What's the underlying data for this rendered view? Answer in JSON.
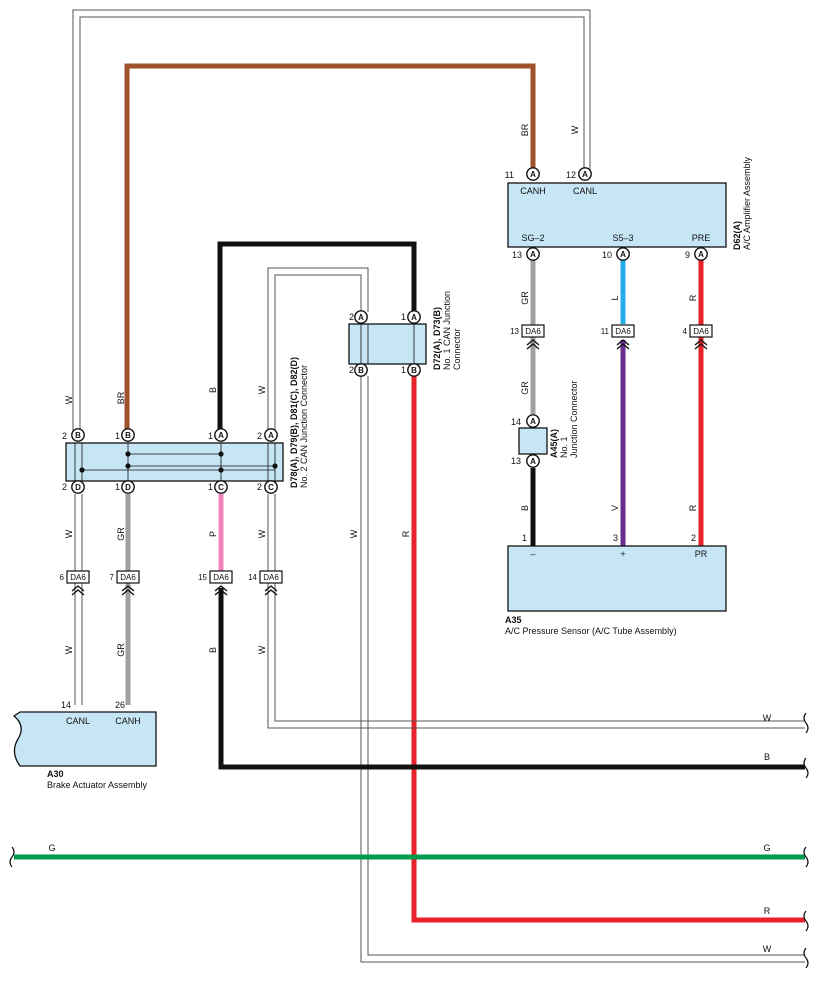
{
  "components": {
    "a30": {
      "id": "A30",
      "name": "Brake Actuator Assembly",
      "pins": [
        "CANL",
        "CANH"
      ],
      "pin_numbers": [
        "14",
        "26"
      ]
    },
    "a35": {
      "id": "A35",
      "name": "A/C Pressure Sensor (A/C Tube Assembly)",
      "pins": [
        "–",
        "+",
        "PR"
      ],
      "pin_numbers": [
        "1",
        "3",
        "2"
      ]
    },
    "d62": {
      "id": "D62(A)",
      "name": "A/C Amplifier Assembly",
      "top_pins": [
        "CANH",
        "CANL"
      ],
      "top_numbers": [
        "11",
        "12"
      ],
      "bottom_pins": [
        "SG–2",
        "S5–3",
        "PRE"
      ],
      "bottom_numbers": [
        "13",
        "10",
        "9"
      ]
    },
    "d72": {
      "id": "D72(A), D73(B)",
      "name_1": "No. 1 CAN Junction",
      "name_2": "Connector",
      "top_numbers": [
        "2",
        "1"
      ],
      "bottom_numbers": [
        "2",
        "1"
      ]
    },
    "d78": {
      "id": "D78(A), D79(B), D81(C), D82(D)",
      "name": "No. 2 CAN Junction Connector",
      "top_numbers": [
        "2",
        "1",
        "1",
        "2"
      ],
      "bottom_numbers": [
        "2",
        "1",
        "1",
        "2"
      ]
    },
    "a45": {
      "id": "A45(A)",
      "name_1": "No. 1",
      "name_2": "Junction Connector",
      "numbers": [
        "14",
        "13"
      ]
    }
  },
  "pin_letters": {
    "a": "A",
    "b": "B",
    "c": "C",
    "d": "D"
  },
  "inline_connectors": {
    "label": "DA6",
    "left_numbers": [
      "6",
      "7",
      "15",
      "14"
    ],
    "right_numbers": [
      "13",
      "11",
      "4"
    ]
  },
  "wire_labels": {
    "br": "BR",
    "w": "W",
    "b": "B",
    "r": "R",
    "gr": "GR",
    "l": "L",
    "v": "V",
    "p": "P",
    "g": "G"
  },
  "colors": {
    "brown": "#a0522d",
    "black": "#111111",
    "red": "#e8222a",
    "gray": "#a0a0a0",
    "blue": "#22aee8",
    "violet": "#6a2c8e",
    "pink": "#ef84bd",
    "green": "#009a4e",
    "box_fill": "#c7e6f5"
  }
}
